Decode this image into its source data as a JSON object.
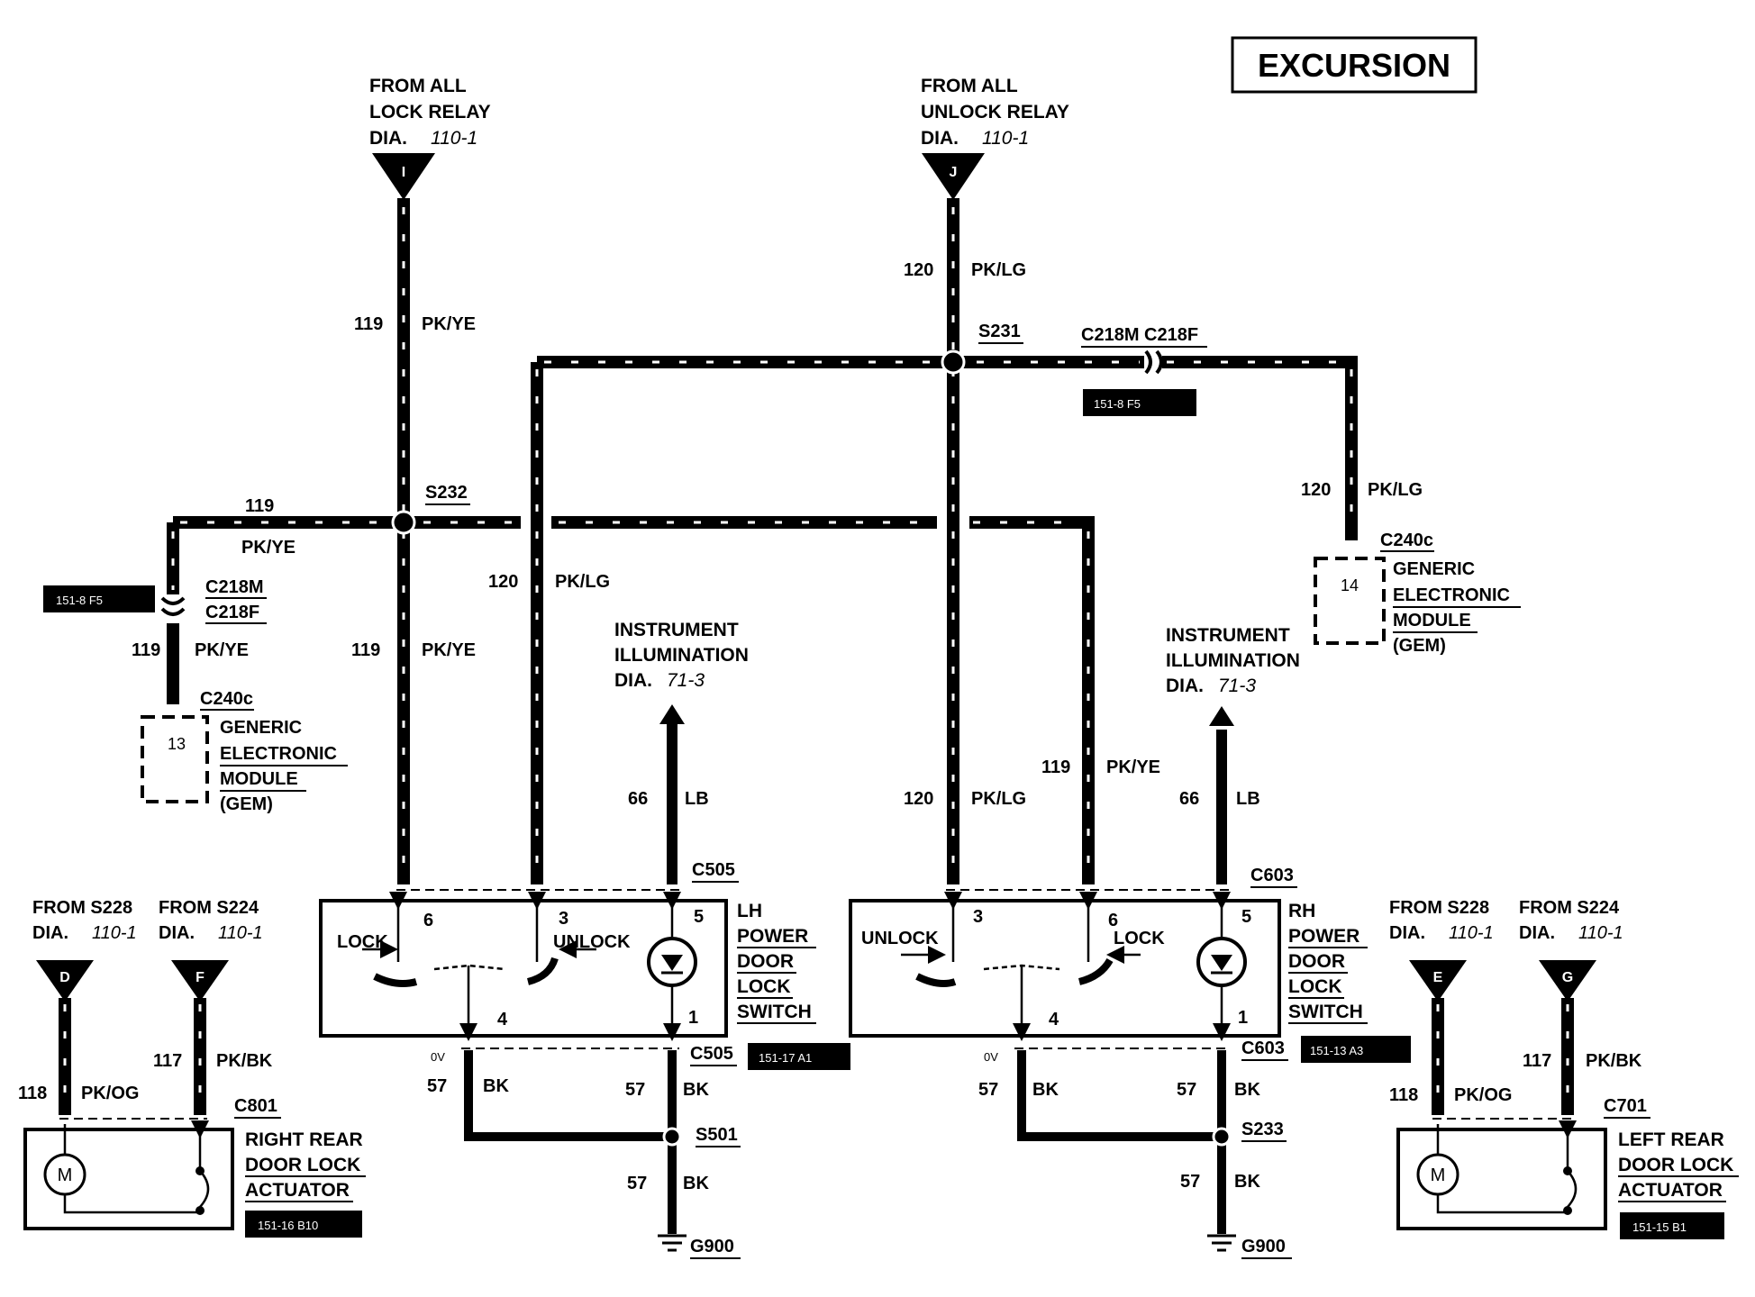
{
  "title": "EXCURSION",
  "colors": {
    "wire": "#000000",
    "stripe": "#ffffff",
    "tag_bg": "#000000",
    "tag_text": "#ffffff"
  },
  "top": {
    "left": {
      "l1": "FROM ALL",
      "l2": "LOCK RELAY",
      "dia": "DIA.",
      "ref": "110-1",
      "letter": "I"
    },
    "right": {
      "l1": "FROM ALL",
      "l2": "UNLOCK RELAY",
      "dia": "DIA.",
      "ref": "110-1",
      "letter": "J"
    }
  },
  "wires": {
    "w119": "119",
    "pkye": "PK/YE",
    "w120": "120",
    "pklg": "PK/LG",
    "w66": "66",
    "lb": "LB",
    "w57": "57",
    "bk": "BK",
    "w117": "117",
    "pkbk": "PK/BK",
    "w118": "118",
    "pkog": "PK/OG"
  },
  "splices": {
    "s231": "S231",
    "s232": "S232",
    "s501": "S501",
    "s233": "S233"
  },
  "connectors": {
    "c218m_c218f": "C218M C218F",
    "c218m": "C218M",
    "c218f": "C218F",
    "c240c": "C240c",
    "c505": "C505",
    "c603": "C603",
    "c801": "C801",
    "c701": "C701"
  },
  "tags": {
    "t1": "151-8 F5",
    "t2": "151-8 F5",
    "t3": "151-17 A1",
    "t4": "151-13 A3",
    "t5": "151-16 B10",
    "t6": "151-15 B1"
  },
  "gem": {
    "l1": "GENERIC",
    "l2": "ELECTRONIC",
    "l3": "MODULE",
    "l4": "(GEM)",
    "pin_left": "13",
    "pin_right": "14"
  },
  "illum": {
    "l1": "INSTRUMENT",
    "l2": "ILLUMINATION",
    "dia": "DIA.",
    "ref": "71-3"
  },
  "lh_switch": {
    "l1": "LH",
    "l2": "POWER",
    "l3": "DOOR",
    "l4": "LOCK",
    "l5": "SWITCH"
  },
  "rh_switch": {
    "l1": "RH",
    "l2": "POWER",
    "l3": "DOOR",
    "l4": "LOCK",
    "l5": "SWITCH"
  },
  "switch_labels": {
    "lock": "LOCK",
    "unlock": "UNLOCK",
    "p1": "1",
    "p3": "3",
    "p4": "4",
    "p5": "5",
    "p6": "6"
  },
  "ground": {
    "zero_v": "0V",
    "g900": "G900"
  },
  "bottom": {
    "from_s228": "FROM S228",
    "from_s224": "FROM S224",
    "dia": "DIA.",
    "ref": "110-1",
    "letter_d": "D",
    "letter_f": "F",
    "letter_e": "E",
    "letter_g": "G"
  },
  "actuator_right": {
    "l1": "RIGHT REAR",
    "l2": "DOOR LOCK",
    "l3": "ACTUATOR"
  },
  "actuator_left": {
    "l1": "LEFT REAR",
    "l2": "DOOR LOCK",
    "l3": "ACTUATOR"
  },
  "motor": "M"
}
